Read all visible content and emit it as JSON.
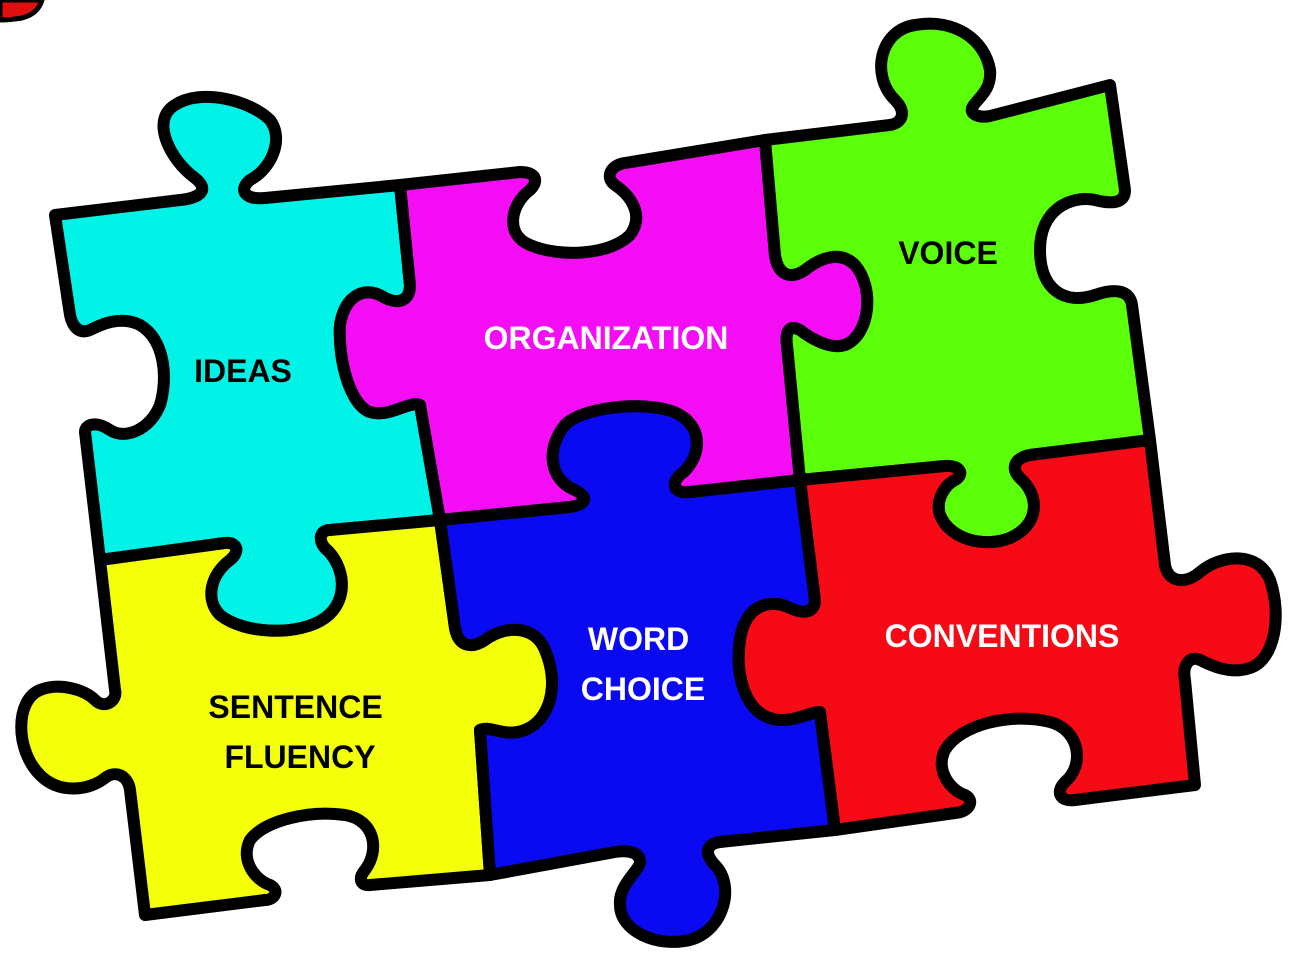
{
  "pieces": [
    {
      "id": "ideas",
      "lines": [
        "IDEAS"
      ],
      "fill": "#00f3e6",
      "text_color": "#000000"
    },
    {
      "id": "organization",
      "lines": [
        "ORGANIZATION"
      ],
      "fill": "#f50df5",
      "text_color": "#ffffff"
    },
    {
      "id": "voice",
      "lines": [
        "VOICE"
      ],
      "fill": "#5cff0a",
      "text_color": "#000000"
    },
    {
      "id": "sentence-fluency",
      "lines": [
        "SENTENCE",
        "FLUENCY"
      ],
      "fill": "#f4ff0a",
      "text_color": "#000000"
    },
    {
      "id": "word-choice",
      "lines": [
        "WORD",
        "CHOICE"
      ],
      "fill": "#0a0af2",
      "text_color": "#ffffff"
    },
    {
      "id": "conventions",
      "lines": [
        "CONVENTIONS"
      ],
      "fill": "#f50a15",
      "text_color": "#ffffff"
    }
  ],
  "outline_color": "#000000",
  "corner_badge_color": "#e01010"
}
